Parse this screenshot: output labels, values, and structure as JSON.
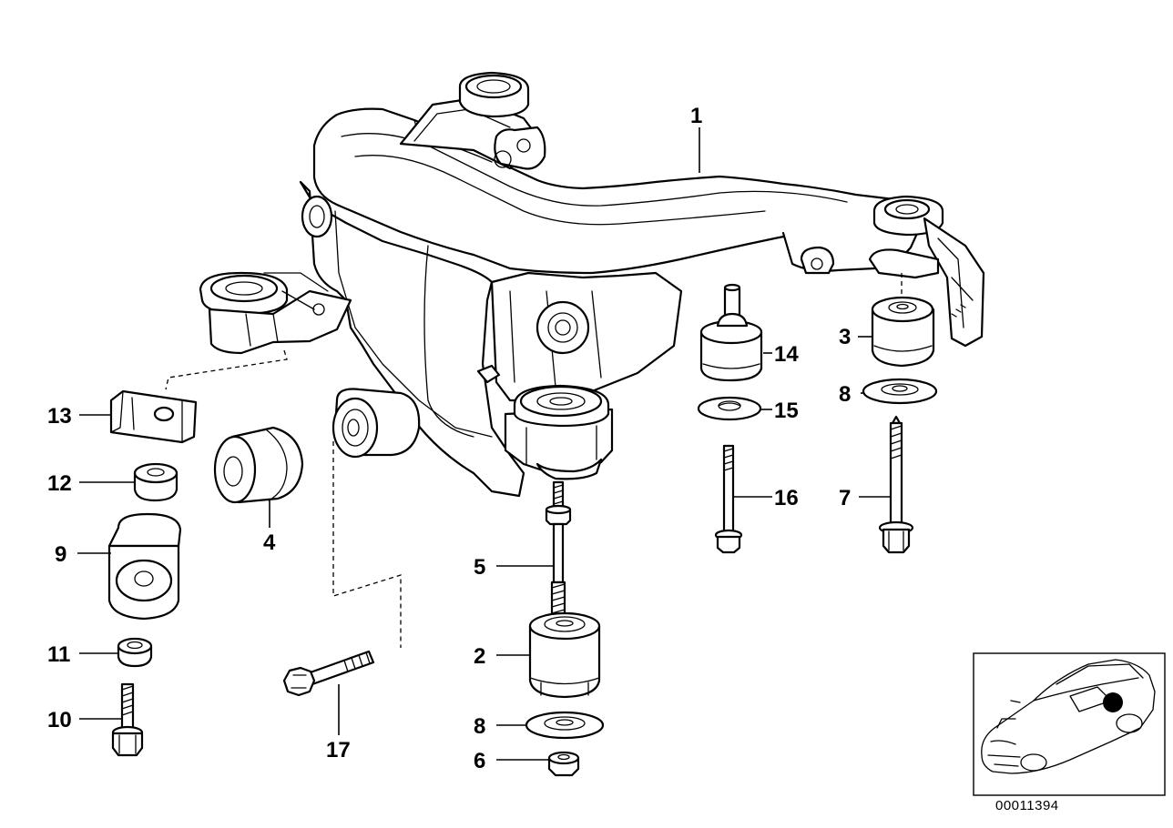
{
  "callouts": {
    "c1": "1",
    "c2": "2",
    "c3": "3",
    "c4": "4",
    "c5": "5",
    "c6": "6",
    "c7": "7",
    "c8a": "8",
    "c8b": "8",
    "c9": "9",
    "c10": "10",
    "c11": "11",
    "c12": "12",
    "c13": "13",
    "c14": "14",
    "c15": "15",
    "c16": "16",
    "c17": "17"
  },
  "inset": {
    "code": "00011394"
  }
}
